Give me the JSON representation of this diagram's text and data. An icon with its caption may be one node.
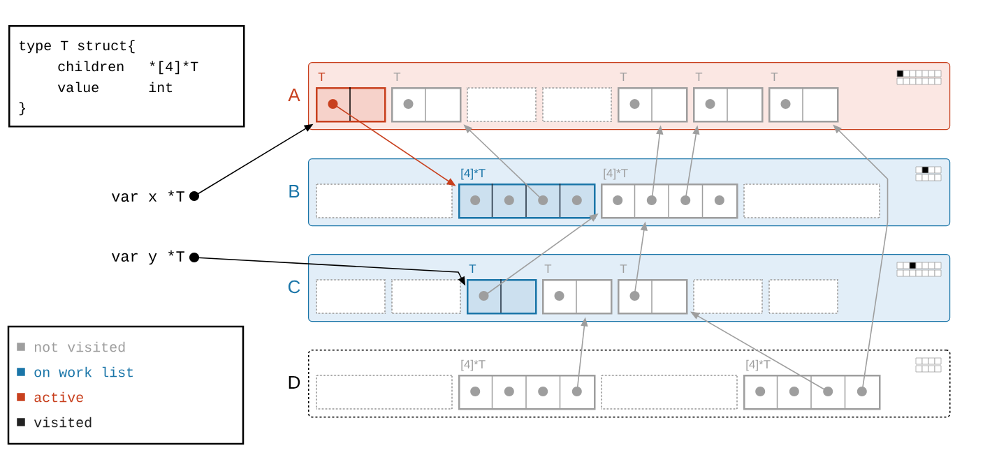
{
  "diagram": {
    "nodes": [
      {
        "text": [
          "type T struct{",
          "children",
          "*[4]*T",
          "value",
          "int",
          "}"
        ]
      },
      {
        "text": [
          "var x *T"
        ]
      },
      {
        "text": [
          "var y *T"
        ]
      },
      {
        "text": [
          "A"
        ]
      },
      {
        "text": [
          "T"
        ],
        "in": 3
      },
      {
        "text": [
          "T"
        ],
        "in": 3
      },
      {
        "text": [],
        "shape": "box",
        "in": 3
      },
      {
        "text": [],
        "shape": "box",
        "in": 3
      },
      {
        "text": [
          "T"
        ],
        "in": 3
      },
      {
        "text": [
          "T"
        ],
        "in": 3
      },
      {
        "text": [
          "T"
        ],
        "in": 3
      },
      {
        "text": [
          "B"
        ]
      },
      {
        "text": [],
        "shape": "box",
        "in": 11
      },
      {
        "text": [
          "[4]*T"
        ],
        "in": 11
      },
      {
        "text": [
          "[4]*T"
        ],
        "in": 11
      },
      {
        "text": [],
        "shape": "box",
        "in": 11
      },
      {
        "text": [
          "C"
        ]
      },
      {
        "text": [],
        "shape": "box",
        "in": 16
      },
      {
        "text": [],
        "shape": "box",
        "in": 16
      },
      {
        "text": [
          "T"
        ],
        "in": 16
      },
      {
        "text": [
          "T"
        ],
        "in": 16
      },
      {
        "text": [
          "T"
        ],
        "in": 16
      },
      {
        "text": [],
        "shape": "box",
        "in": 16
      },
      {
        "text": [],
        "shape": "box",
        "in": 16
      },
      {
        "text": [
          "D"
        ]
      },
      {
        "text": [],
        "shape": "box",
        "in": 24
      },
      {
        "text": [
          "[4]*T"
        ],
        "in": 24
      },
      {
        "text": [],
        "shape": "box",
        "in": 24
      },
      {
        "text": [
          "[4]*T"
        ],
        "in": 24
      }
    ],
    "edges": [
      {
        "from": 1,
        "to": 4,
        "arrow": "to",
        "color": "#000000"
      },
      {
        "from": 2,
        "to": 19,
        "arrow": "to",
        "color": "#000000"
      },
      {
        "from": 4,
        "to": 13,
        "arrow": "to",
        "color": "#c8401e"
      },
      {
        "from": 13,
        "to": 5,
        "arrow": "to"
      },
      {
        "from": 14,
        "to": 8,
        "arrow": "to"
      },
      {
        "from": 14,
        "to": 9,
        "arrow": "to"
      },
      {
        "from": 19,
        "to": 14,
        "arrow": "to"
      },
      {
        "from": 21,
        "to": 14,
        "arrow": "to"
      },
      {
        "from": 26,
        "to": 20,
        "arrow": "to"
      },
      {
        "from": 28,
        "to": 21,
        "arrow": "to"
      },
      {
        "from": 28,
        "to": 10,
        "arrow": "to"
      }
    ],
    "legend": [
      {
        "text": "not visited",
        "color": "#9e9e9e"
      },
      {
        "text": "on work list",
        "color": "#1a75a8"
      },
      {
        "text": "active",
        "color": "#c8401e"
      },
      {
        "text": "visited",
        "color": "#222222"
      }
    ]
  }
}
